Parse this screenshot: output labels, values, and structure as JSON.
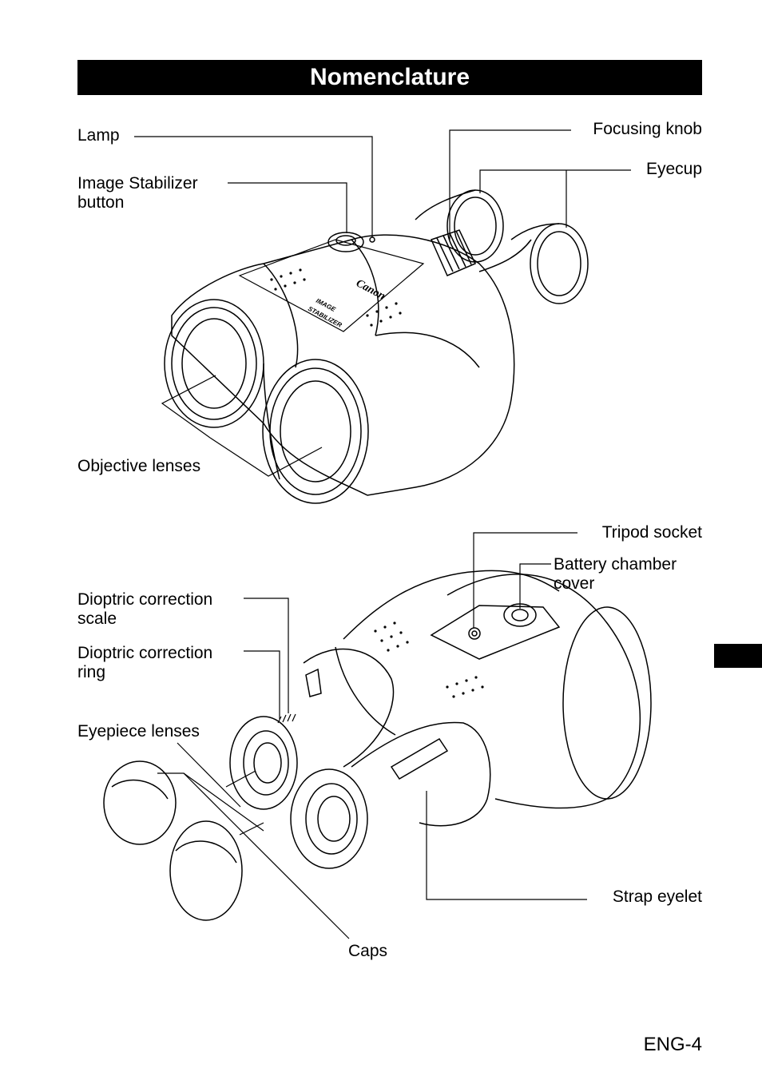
{
  "title": "Nomenclature",
  "labels": {
    "lamp": "Lamp",
    "is_button_1": "Image Stabilizer",
    "is_button_2": "button",
    "objective": "Objective lenses",
    "focusing": "Focusing knob",
    "eyecup": "Eyecup",
    "tripod": "Tripod socket",
    "battery_1": "Battery chamber",
    "battery_2": "cover",
    "dioptric_scale_1": "Dioptric correction",
    "dioptric_scale_2": "scale",
    "dioptric_ring_1": "Dioptric correction",
    "dioptric_ring_2": "ring",
    "eyepiece": "Eyepiece lenses",
    "strap": "Strap eyelet",
    "caps": "Caps"
  },
  "brand_marks": {
    "logo": "Canon",
    "badge_1": "IMAGE",
    "badge_2": "STABILIZER"
  },
  "page_number": "ENG-4"
}
